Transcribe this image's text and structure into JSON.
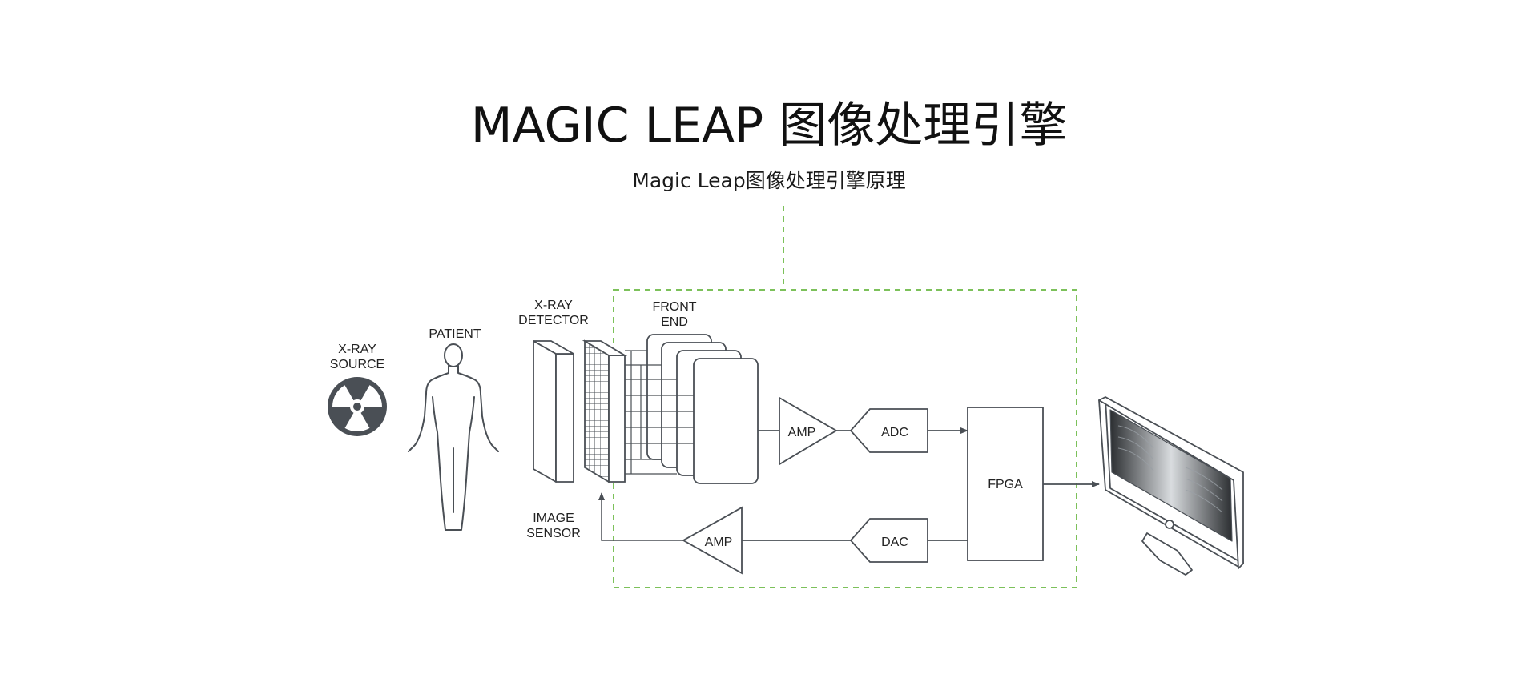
{
  "header": {
    "title": "MAGIC LEAP 图像处理引擎",
    "subtitle": "Magic Leap图像处理引擎原理"
  },
  "labels": {
    "xray_source": [
      "X-RAY",
      "SOURCE"
    ],
    "patient": "PATIENT",
    "xray_detector": [
      "X-RAY",
      "DETECTOR"
    ],
    "front_end": [
      "FRONT",
      "END"
    ],
    "image_sensor": [
      "IMAGE",
      "SENSOR"
    ],
    "amp_top": "AMP",
    "adc": "ADC",
    "amp_bottom": "AMP",
    "dac": "DAC",
    "fpga": "FPGA"
  },
  "colors": {
    "line": "#4a4f55",
    "dashed_box": "#7cc15a",
    "icon_fill": "#4a4f55",
    "title": "#111111"
  }
}
